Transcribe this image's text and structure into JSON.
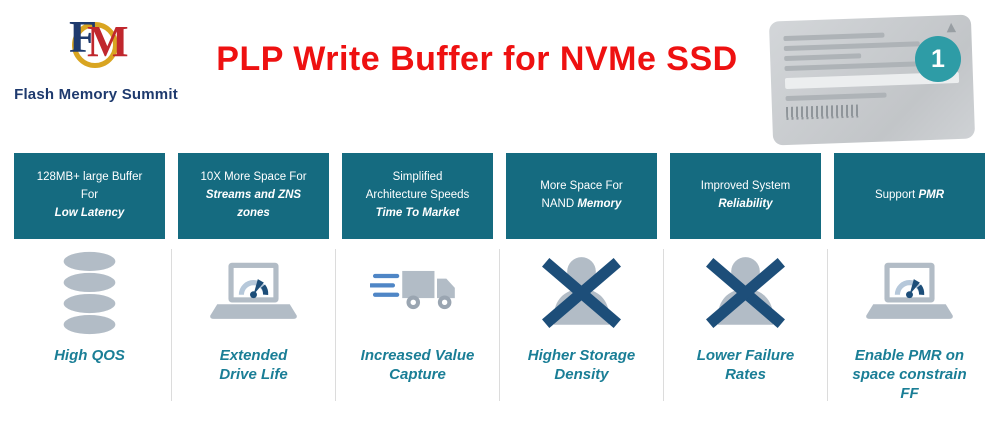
{
  "logo": {
    "monogram_f": "F",
    "monogram_m": "M",
    "title": "Flash Memory Summit"
  },
  "header": {
    "title": "PLP Write Buffer for NVMe SSD"
  },
  "badge": {
    "label": "1"
  },
  "colors": {
    "title_red": "#ee1111",
    "header_teal": "#156b80",
    "caption_teal": "#1a7e96",
    "icon_gray": "#b2bcc6",
    "icon_dark_blue": "#1d4e79",
    "speed_line_blue": "#4f86c6",
    "badge_teal": "#2e9ca6",
    "logo_navy": "#1e3a6e",
    "logo_gold": "#d9a521",
    "logo_red": "#c0272d",
    "label_gray": "#c9ccd0",
    "divider_gray": "#dcdcdc"
  },
  "columns": [
    {
      "header_lines": [
        [
          {
            "t": "128MB+ large Buffer",
            "b": false
          }
        ],
        [
          {
            "t": "For",
            "b": false
          }
        ],
        [
          {
            "t": "Low Latency",
            "b": true
          }
        ]
      ],
      "icon": "database-stack-icon",
      "caption": "High QOS"
    },
    {
      "header_lines": [
        [
          {
            "t": "10X More Space For",
            "b": false
          }
        ],
        [
          {
            "t": "Streams and ZNS",
            "b": true
          }
        ],
        [
          {
            "t": "zones",
            "b": true
          }
        ]
      ],
      "icon": "laptop-speedometer-icon",
      "caption": "Extended\nDrive Life"
    },
    {
      "header_lines": [
        [
          {
            "t": "Simplified",
            "b": false
          }
        ],
        [
          {
            "t": "Architecture Speeds",
            "b": false
          }
        ],
        [
          {
            "t": "Time To Market",
            "b": true
          }
        ]
      ],
      "icon": "fast-truck-icon",
      "caption": "Increased Value\nCapture"
    },
    {
      "header_lines": [
        [
          {
            "t": "More Space For",
            "b": false
          }
        ],
        [
          {
            "t": "NAND ",
            "b": false
          },
          {
            "t": "Memory",
            "b": true
          }
        ]
      ],
      "icon": "person-crossed-icon",
      "caption": "Higher Storage\nDensity"
    },
    {
      "header_lines": [
        [
          {
            "t": "Improved System",
            "b": false
          }
        ],
        [
          {
            "t": "Reliability",
            "b": true
          }
        ]
      ],
      "icon": "person-crossed-icon",
      "caption": "Lower Failure\nRates"
    },
    {
      "header_lines": [
        [
          {
            "t": "Support ",
            "b": false
          },
          {
            "t": "PMR",
            "b": true
          }
        ]
      ],
      "icon": "laptop-speedometer-icon",
      "caption": "Enable PMR on\nspace constrain\nFF"
    }
  ]
}
